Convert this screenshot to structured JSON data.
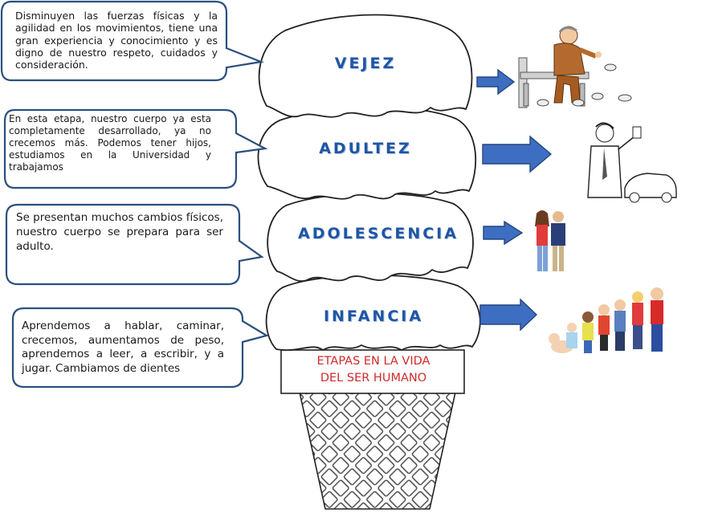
{
  "stages": [
    {
      "label": "VEJEZ",
      "description": "Disminuyen las fuerzas físicas y la agilidad en los movimientos, tiene una gran experiencia y conocimiento y es digno de nuestro respeto, cuidados y consideración."
    },
    {
      "label": "ADULTEZ",
      "description": "En esta etapa, nuestro cuerpo ya esta completamente desarrollado, ya no crecemos más. Podemos tener hijos, estudiamos en la Universidad y trabajamos"
    },
    {
      "label": "ADOLESCENCIA",
      "description": "Se presentan muchos cambios físicos, nuestro cuerpo se prepara para ser adulto."
    },
    {
      "label": "INFANCIA",
      "description": "Aprendemos a hablar, caminar, crecemos, aumentamos de peso, aprendemos a leer, a escribir, y a jugar. Cambiamos de dientes"
    }
  ],
  "cone": {
    "title_line1": "ETAPAS EN LA VIDA",
    "title_line2": "DEL SER HUMANO"
  },
  "colors": {
    "label": "#1f56a4",
    "callout_border": "#2b4f7e",
    "arrow_fill": "#3e6ec1",
    "arrow_stroke": "#24467f",
    "cone_title": "#cf2b2b"
  },
  "illustrations": [
    "elderly-man-feeding-pigeons",
    "businessman-with-car",
    "teenage-couple",
    "group-of-children"
  ]
}
